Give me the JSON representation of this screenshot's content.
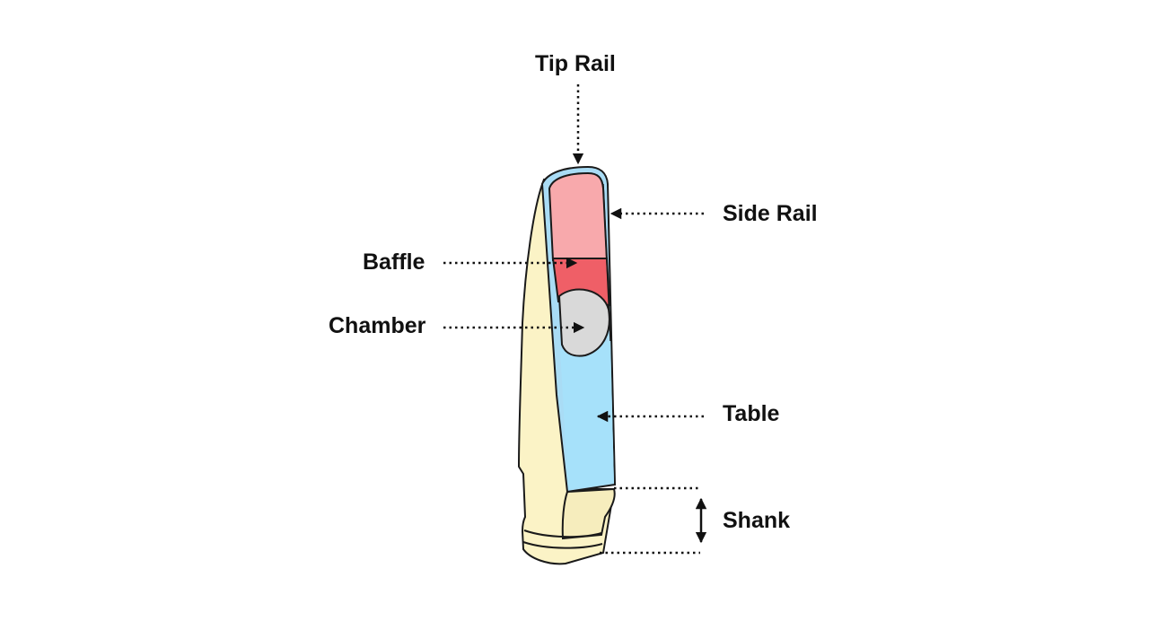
{
  "labels": {
    "tip_rail": "Tip Rail",
    "side_rail": "Side Rail",
    "baffle": "Baffle",
    "chamber": "Chamber",
    "table": "Table",
    "shank": "Shank"
  },
  "colors": {
    "body": "#fbf3c6",
    "body_shade": "#f3e8b0",
    "rail": "#a9dcf5",
    "table": "#a6e1fa",
    "baffle_light": "#f8a9ac",
    "baffle_dark": "#ef5f67",
    "chamber": "#d9d9d9",
    "outline": "#1a1a1a"
  }
}
